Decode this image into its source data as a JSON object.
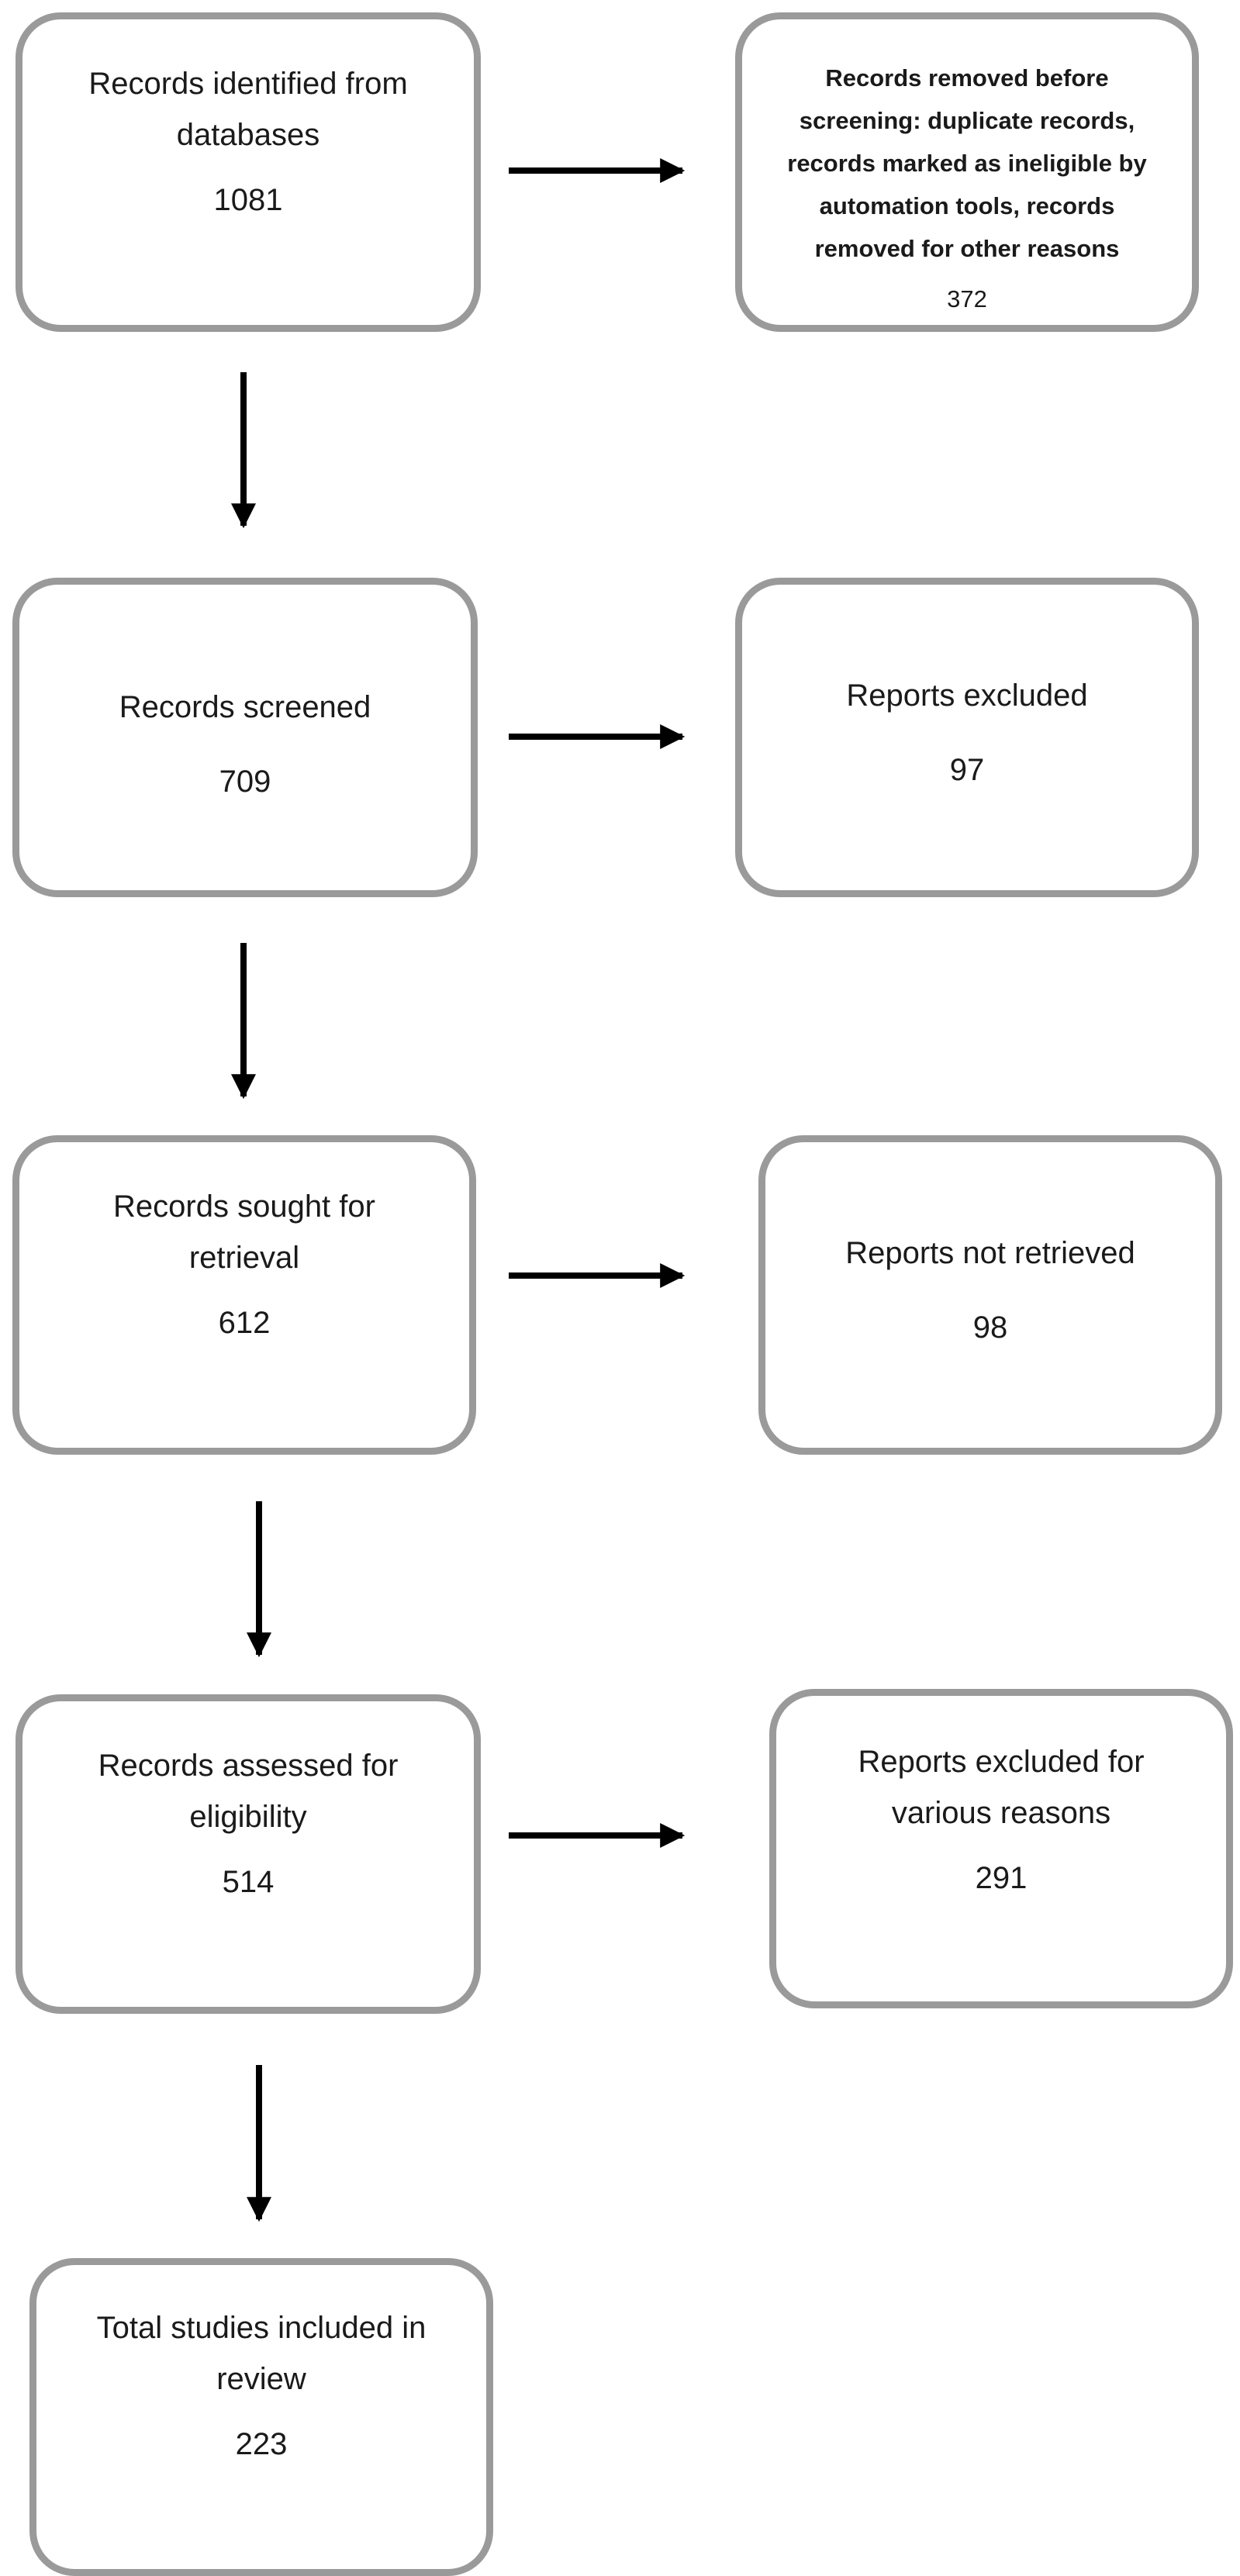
{
  "stages": [
    {
      "label": "Records identified from databases",
      "count": "1081"
    },
    {
      "label": "Records screened",
      "count": "709"
    },
    {
      "label": "Records sought for retrieval",
      "count": "612"
    },
    {
      "label": "Records assessed for eligibility",
      "count": "514"
    },
    {
      "label": "Total studies included in review",
      "count": "223"
    }
  ],
  "exclusions": [
    {
      "label": "Records removed before screening: duplicate records, records marked as ineligible by automation tools, records removed for other reasons",
      "count": "372"
    },
    {
      "label": "Reports excluded",
      "count": "97"
    },
    {
      "label": "Reports not retrieved",
      "count": "98"
    },
    {
      "label": "Reports excluded for various reasons",
      "count": "291"
    }
  ],
  "colors": {
    "box_border": "#9a9a9a",
    "arrow": "#000000",
    "text": "#1a1a1a"
  }
}
